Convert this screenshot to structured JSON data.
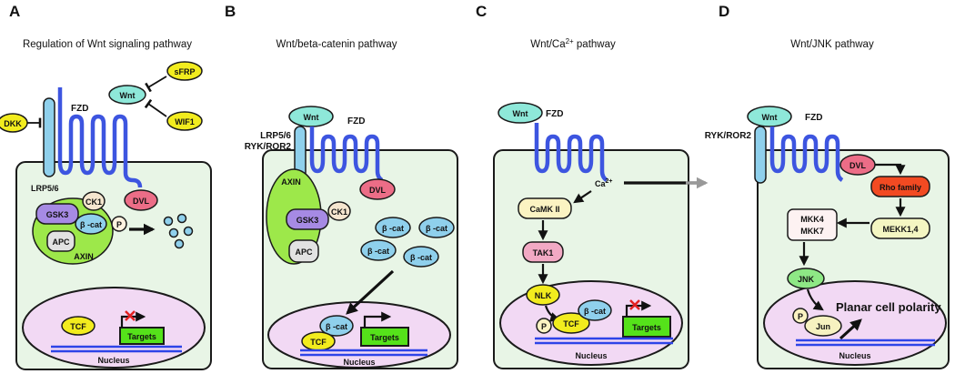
{
  "colors": {
    "cell": "#e8f5e6",
    "nucleus": "#f2d9f4",
    "fzd": "#3d55e0",
    "wnt": "#8ee8d9",
    "yellow": "#f2ec1e",
    "lrp": "#8fd0ec",
    "axin": "#9de84a",
    "gsk3": "#a68ae4",
    "dvl": "#ec6d87",
    "bcat": "#8fd0ec",
    "targets": "#55e21a",
    "rho": "#f24a22",
    "tak1": "#f2a9c4",
    "jnk": "#8ee885"
  },
  "panels": {
    "A": {
      "letter": "A",
      "title": "Regulation of Wnt signaling pathway",
      "wnt": "Wnt",
      "sfrp": "sFRP",
      "wif1": "WIF1",
      "dkk": "DKK",
      "fzd": "FZD",
      "lrp": "LRP5/6",
      "ck1": "CK1",
      "dvl": "DVL",
      "gsk3": "GSK3",
      "bcat": "β -cat",
      "p": "P",
      "apc": "APC",
      "axin": "AXIN",
      "tcf": "TCF",
      "targets": "Targets",
      "nucleus": "Nucleus"
    },
    "B": {
      "letter": "B",
      "title": "Wnt/beta-catenin pathway",
      "wnt": "Wnt",
      "fzd": "FZD",
      "lrp": "LRP5/6",
      "ryk": "RYK/ROR2",
      "axin": "AXIN",
      "dvl": "DVL",
      "gsk3": "GSK3",
      "ck1": "CK1",
      "apc": "APC",
      "bcat": "β -cat",
      "tcf": "TCF",
      "targets": "Targets",
      "nucleus": "Nucleus"
    },
    "C": {
      "letter": "C",
      "title_pre": "Wnt/Ca",
      "title_sup": "2+",
      "title_post": " pathway",
      "wnt": "Wnt",
      "fzd": "FZD",
      "ca": "Ca",
      "ca_sup": "2+",
      "camk": "CaMK II",
      "tak1": "TAK1",
      "nlk": "NLK",
      "p": "P",
      "tcf": "TCF",
      "bcat": "β -cat",
      "targets": "Targets",
      "nucleus": "Nucleus"
    },
    "D": {
      "letter": "D",
      "title": "Wnt/JNK pathway",
      "wnt": "Wnt",
      "fzd": "FZD",
      "ryk": "RYK/ROR2",
      "dvl": "DVL",
      "rho": "Rho family",
      "mekk": "MEKK1,4",
      "mkk4": "MKK4",
      "mkk7": "MKK7",
      "jnk": "JNK",
      "p": "P",
      "jun": "Jun",
      "pcp": "Planar cell polarity",
      "nucleus": "Nucleus"
    }
  }
}
